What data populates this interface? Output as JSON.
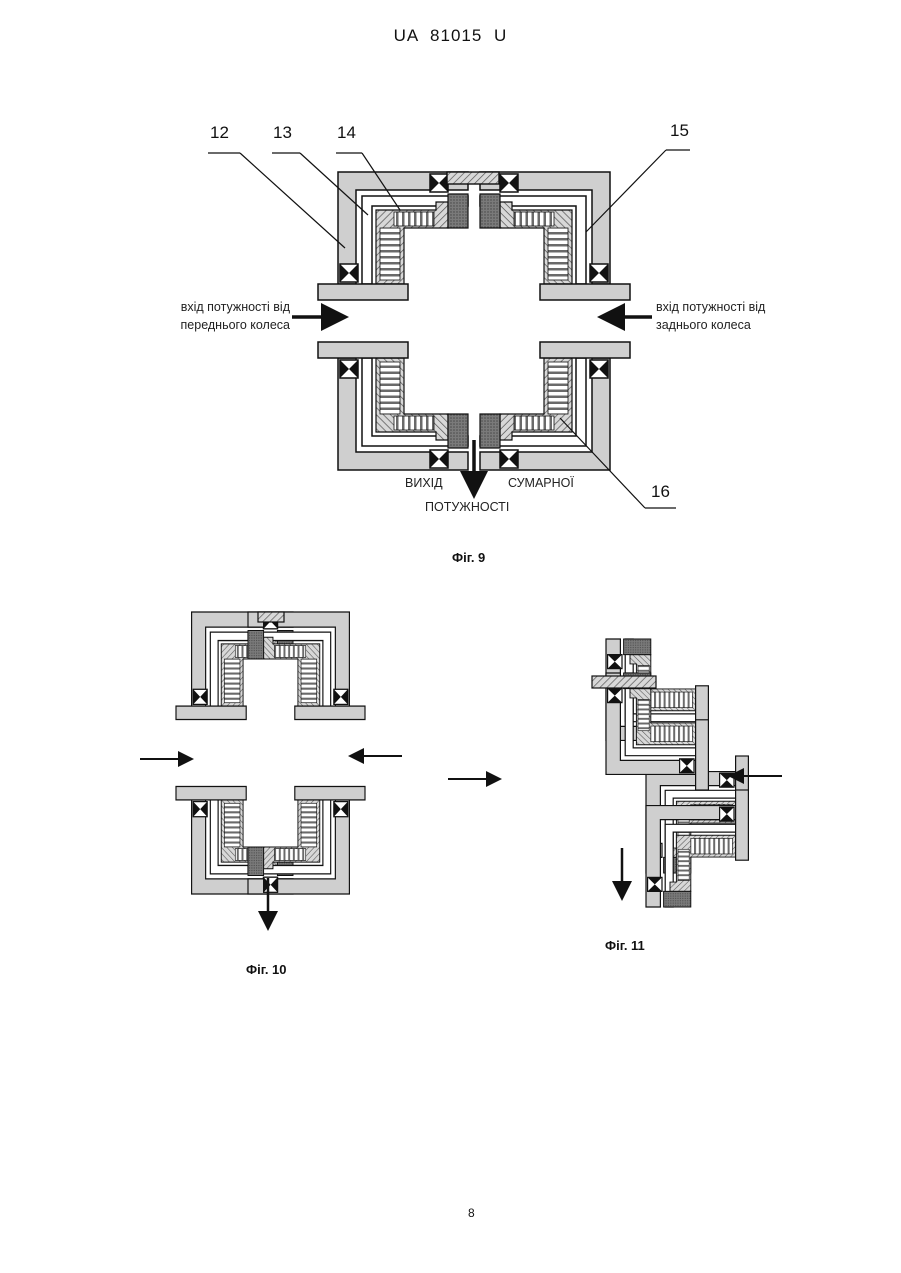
{
  "header": {
    "doc_number": "UA 81015 U"
  },
  "fig9": {
    "caption": "Фіг. 9",
    "ref_numbers": [
      "12",
      "13",
      "14",
      "15",
      "16"
    ],
    "input_front": [
      "вхід потужності від",
      "переднього колеса"
    ],
    "input_rear": [
      "вхід потужності від",
      "заднього колеса"
    ],
    "output_line1_left": "ВИХІД",
    "output_line1_right": "СУМАРНОЇ",
    "output_line2": "ПОТУЖНОСТІ"
  },
  "fig10": {
    "caption": "Фіг. 10"
  },
  "fig11": {
    "caption": "Фіг. 11"
  },
  "footer": {
    "page_number": "8"
  },
  "colors": {
    "housing": "#c9c9c9",
    "hatch": "#8a8a8a",
    "line": "#111111"
  }
}
